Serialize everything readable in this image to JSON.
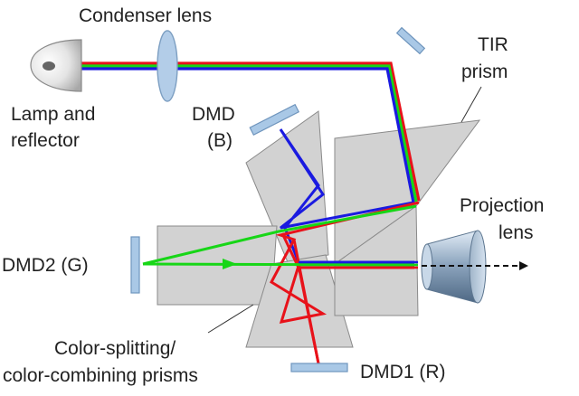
{
  "labels": {
    "condenser_lens": "Condenser lens",
    "lamp_line1": "Lamp and",
    "lamp_line2": "reflector",
    "dmd_b_line1": "DMD",
    "dmd_b_line2": "(B)",
    "tir_line1": "TIR",
    "tir_line2": "prism",
    "projection_line1": "Projection",
    "projection_line2": "lens",
    "dmd2": "DMD2 (G)",
    "color_line1": "Color-splitting/",
    "color_line2": "color-combining prisms",
    "dmd1": "DMD1 (R)"
  },
  "colors": {
    "red": "#e8121a",
    "green": "#17d617",
    "blue": "#1a1ae0",
    "prism_fill": "#d2d2d2",
    "prism_stroke": "#8a8a8a",
    "dmd_fill": "#a9c8e6",
    "dmd_stroke": "#6f95bd",
    "lens_fill": "#b3cde8",
    "text": "#222222"
  },
  "components": [
    "lamp-reflector",
    "condenser-lens",
    "fold-mirror",
    "tir-prism",
    "color-prisms",
    "dmd-b",
    "dmd1-r",
    "dmd2-g",
    "projection-lens"
  ]
}
